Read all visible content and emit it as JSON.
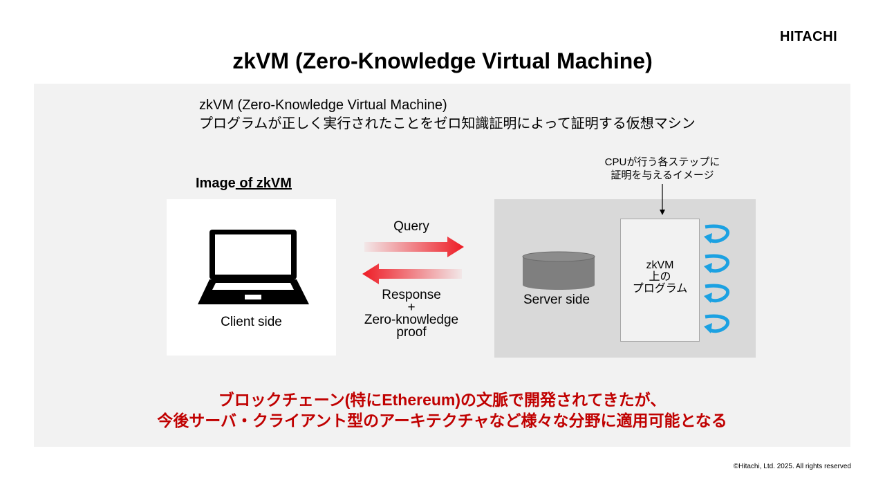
{
  "brand": {
    "logo_text": "HITACHI"
  },
  "slide": {
    "title": "zkVM (Zero-Knowledge Virtual Machine)"
  },
  "description": {
    "line1": "zkVM (Zero-Knowledge Virtual Machine)",
    "line2": "プログラムが正しく実行されたことをゼロ知識証明によって証明する仮想マシン"
  },
  "diagram": {
    "heading_part1": "Image",
    "heading_part2": " of zkVM",
    "client_label": "Client side",
    "server_label": "Server side",
    "program_label": "zkVM\n上の\nプログラム",
    "cpu_note": "CPUが行う各ステップに\n証明を与えるイメージ",
    "query_label": "Query",
    "response_label": "Response\n+\nZero-knowledge\nproof",
    "arrow_color": "#ee1c25",
    "loop_color": "#1ba1e2"
  },
  "conclusion": {
    "text": "ブロックチェーン(特にEthereum)の文脈で開発されてきたが、\n今後サーバ・クライアント型のアーキテクチャなど様々な分野に適用可能となる",
    "color": "#c00000"
  },
  "footer": {
    "copyright": "©Hitachi, Ltd. 2025. All rights reserved"
  }
}
